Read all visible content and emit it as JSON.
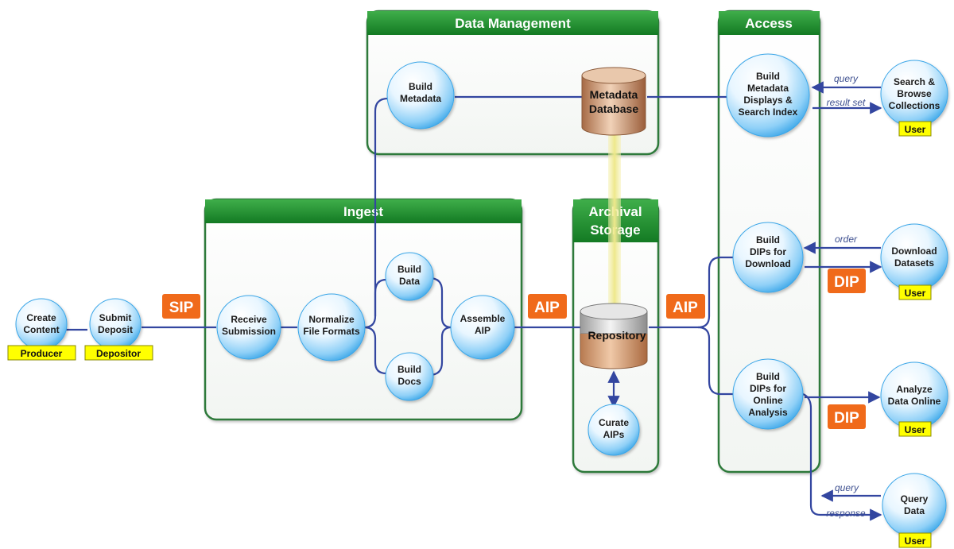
{
  "panels": {
    "data_management": "Data Management",
    "access": "Access",
    "ingest": "Ingest",
    "archival_storage_line1": "Archival",
    "archival_storage_line2": "Storage"
  },
  "nodes": {
    "create_content": [
      "Create",
      "Content"
    ],
    "submit_deposit": [
      "Submit",
      "Deposit"
    ],
    "receive_submission": [
      "Receive",
      "Submission"
    ],
    "normalize": [
      "Normalize",
      "File Formats"
    ],
    "build_data": [
      "Build",
      "Data"
    ],
    "build_docs": [
      "Build",
      "Docs"
    ],
    "assemble_aip": [
      "Assemble",
      "AIP"
    ],
    "build_metadata": [
      "Build",
      "Metadata"
    ],
    "build_metadata_displays": [
      "Build",
      "Metadata",
      "Displays &",
      "Search Index"
    ],
    "build_dips_download": [
      "Build",
      "DIPs for",
      "Download"
    ],
    "build_dips_online": [
      "Build",
      "DIPs for",
      "Online",
      "Analysis"
    ],
    "curate_aips": [
      "Curate",
      "AIPs"
    ],
    "search_browse": [
      "Search &",
      "Browse",
      "Collections"
    ],
    "download_datasets": [
      "Download",
      "Datasets"
    ],
    "analyze_online": [
      "Analyze",
      "Data Online"
    ],
    "query_data": [
      "Query",
      "Data"
    ]
  },
  "databases": {
    "metadata_db": [
      "Metadata",
      "Database"
    ],
    "repository": [
      "Repository"
    ]
  },
  "badges": {
    "sip": "SIP",
    "aip_1": "AIP",
    "aip_2": "AIP",
    "dip_1": "DIP",
    "dip_2": "DIP"
  },
  "roles": {
    "producer": "Producer",
    "depositor": "Depositor",
    "user_1": "User",
    "user_2": "User",
    "user_3": "User",
    "user_4": "User"
  },
  "edge_labels": {
    "query_1": "query",
    "result_set": "result set",
    "order": "order",
    "query_2": "query",
    "response": "response"
  },
  "colors": {
    "panel_header": "#1e8a2e",
    "panel_border": "#2f7a3a",
    "badge": "#f06a1a",
    "role_tag": "#ffff00",
    "connector": "#3346a0",
    "db_link": "#f0f0a0",
    "database": "#c49070"
  }
}
